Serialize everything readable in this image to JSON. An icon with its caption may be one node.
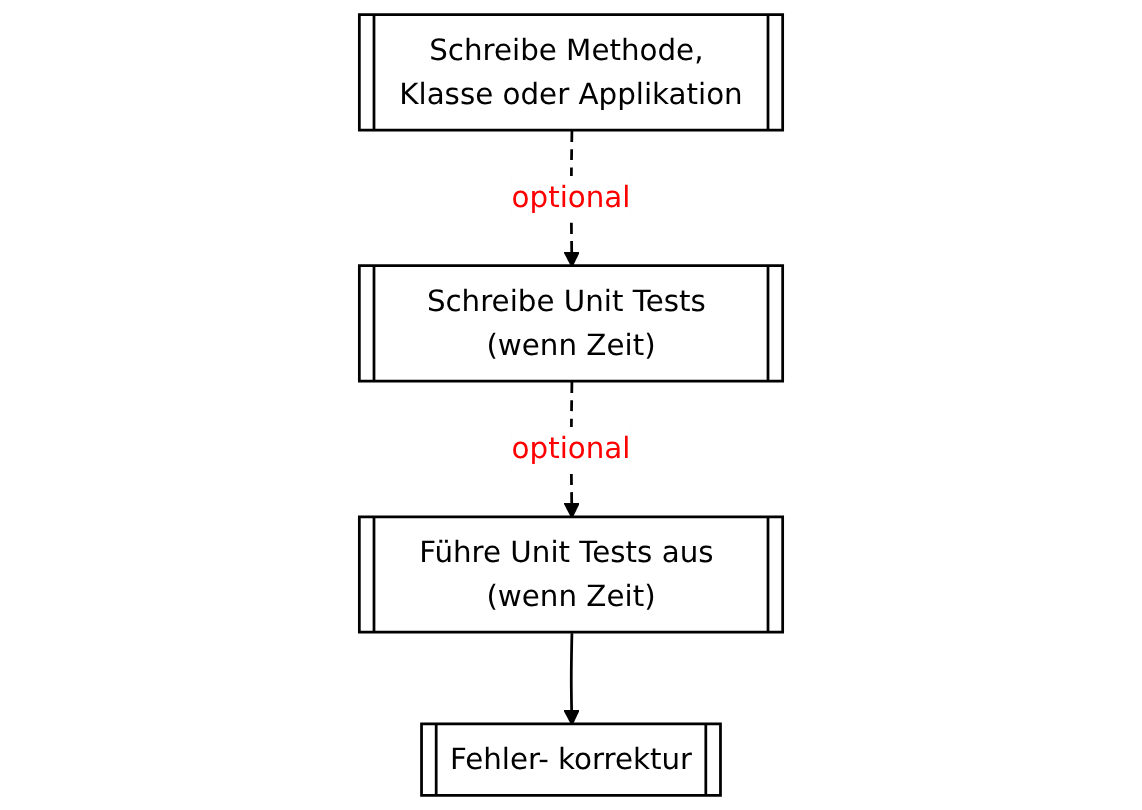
{
  "diagram": {
    "nodes": [
      {
        "text": [
          "Schreibe Methode, Klasse oder Applikation"
        ]
      },
      {
        "text": [
          "Schreibe Unit Tests (wenn Zeit)"
        ]
      },
      {
        "text": [
          "Führe Unit Tests aus (wenn Zeit)"
        ]
      },
      {
        "text": [
          "Fehler- korrektur"
        ]
      }
    ],
    "edges": [
      {
        "from": 0,
        "to": 1,
        "arrow": "to",
        "label": "optional",
        "style": "dashed"
      },
      {
        "from": 1,
        "to": 2,
        "arrow": "to",
        "label": "optional",
        "style": "dashed"
      },
      {
        "from": 2,
        "to": 3,
        "arrow": "to"
      }
    ]
  }
}
